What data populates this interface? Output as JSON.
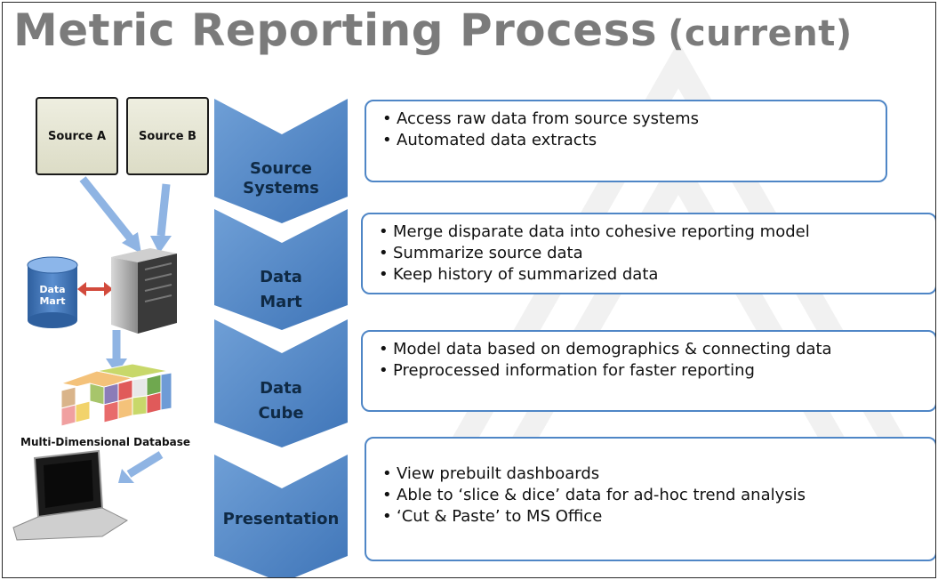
{
  "title": {
    "main": "Metric Reporting Process",
    "sub": "(current)"
  },
  "sources": [
    {
      "label": "Source A"
    },
    {
      "label": "Source B"
    }
  ],
  "data_mart_icon": {
    "line1": "Data",
    "line2": "Mart"
  },
  "multi_dim_label": "Multi-Dimensional Database",
  "stages": [
    {
      "label_lines": [
        "Source",
        "Systems"
      ],
      "bullets": [
        "Access raw data from source systems",
        "Automated data extracts"
      ]
    },
    {
      "label_lines": [
        "Data",
        "Mart"
      ],
      "bullets": [
        "Merge disparate data into cohesive reporting model",
        "Summarize source data",
        "Keep history of summarized data"
      ]
    },
    {
      "label_lines": [
        "Data",
        "Cube"
      ],
      "bullets": [
        "Model data based on demographics & connecting data",
        "Preprocessed information for faster reporting"
      ]
    },
    {
      "label_lines": [
        "Presentation"
      ],
      "bullets": [
        "View prebuilt dashboards",
        "Able to ‘slice & dice’ data for ad-hoc trend analysis",
        "‘Cut & Paste’ to MS Office"
      ]
    }
  ],
  "colors": {
    "title": "#7b7b7b",
    "chevron": "#4f86c6",
    "box_border": "#4f86c6",
    "arrow": "#8fb4e3"
  }
}
